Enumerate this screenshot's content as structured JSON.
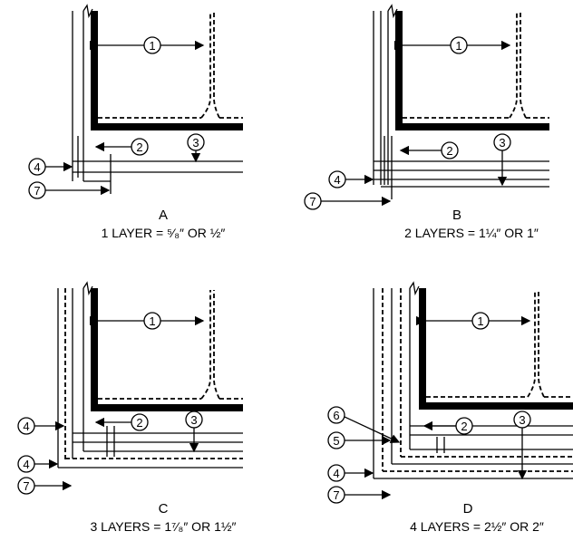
{
  "panels": [
    {
      "letter": "A",
      "caption": "1 LAYER = ⁵⁄₈″ OR ½″",
      "callouts": [
        "1",
        "2",
        "3",
        "4",
        "7"
      ]
    },
    {
      "letter": "B",
      "caption": "2 LAYERS = 1¼″ OR 1″",
      "callouts": [
        "1",
        "2",
        "3",
        "4",
        "7"
      ]
    },
    {
      "letter": "C",
      "caption": "3 LAYERS = 1⁷⁄₈″ OR 1½″",
      "callouts": [
        "1",
        "2",
        "3",
        "4",
        "4",
        "7"
      ]
    },
    {
      "letter": "D",
      "caption": "4 LAYERS = 2½″ OR 2″",
      "callouts": [
        "1",
        "2",
        "3",
        "6",
        "5",
        "4",
        "7"
      ]
    }
  ]
}
